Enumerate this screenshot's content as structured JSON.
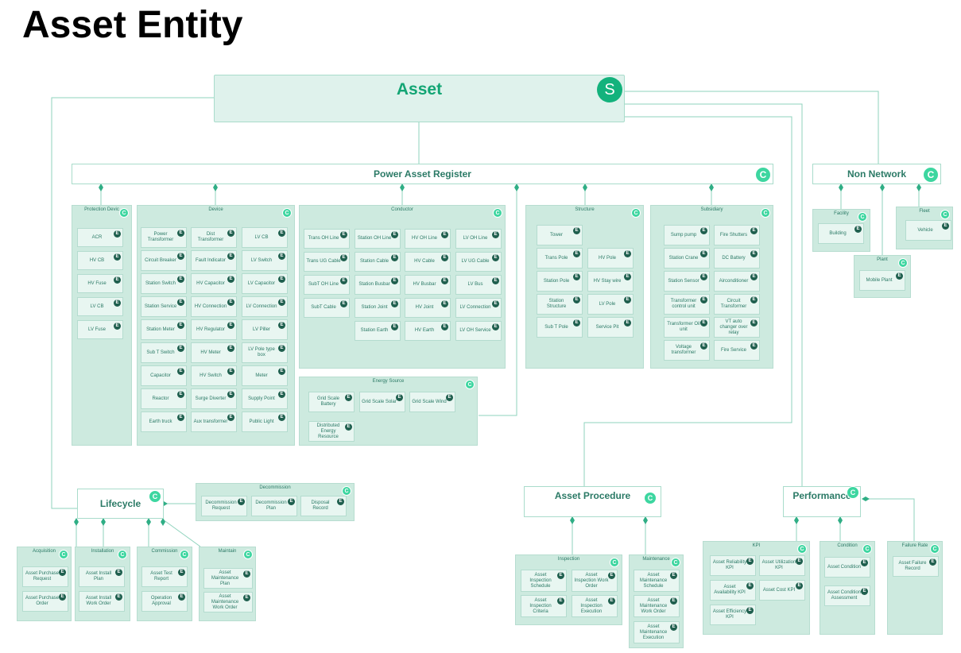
{
  "title": "Asset Entity",
  "colors": {
    "header_fill": "#dff2ec",
    "group_fill": "#cdeadf",
    "border": "#a9dccb",
    "text": "#2b7a66",
    "badge_class": "#3dd6a0",
    "badge_entity": "#1f5f4e",
    "badge_super": "#13b27c"
  },
  "asset": {
    "label": "Asset",
    "badge": "S"
  },
  "badges": {
    "class": "C",
    "entity": "E"
  },
  "power_register": {
    "label": "Power Asset Register"
  },
  "non_network": {
    "label": "Non Network"
  },
  "lifecycle": {
    "label": "Lifecycle"
  },
  "asset_procedure": {
    "label": "Asset Procedure"
  },
  "performance": {
    "label": "Performance"
  },
  "groups": [
    {
      "id": "protection",
      "title": "Protection Devic",
      "items": [
        "ACR",
        "HV CB",
        "HV Fuse",
        "LV CB",
        "LV Fuse"
      ]
    },
    {
      "id": "device",
      "title": "Device",
      "items": [
        "Power Transformer",
        "Dist Transformer",
        "LV CB",
        "Circuit Breaker",
        "Fault Indicator",
        "LV Switch",
        "Station Switch",
        "HV Capacitor",
        "LV Capacitor",
        "Station Service",
        "HV Connection",
        "LV Connection",
        "Station Meter",
        "HV Regulator",
        "LV Piller",
        "Sub T Switch",
        "HV Meter",
        "LV Pole type box",
        "Capacitor",
        "HV Switch",
        "Meter",
        "Reactor",
        "Surge Diverter",
        "Supply Point",
        "Earth truck",
        "Aux transformer",
        "Public Light"
      ]
    },
    {
      "id": "conductor",
      "title": "Conductor",
      "items": [
        "Trans OH Line",
        "Station OH Line",
        "HV OH Line",
        "LV OH Line",
        "Trans UG Cable",
        "Station Cable",
        "HV Cable",
        "LV UG Cable",
        "SubT OH Line",
        "Station Busbar",
        "HV Busbar",
        "LV Bus",
        "SubT Cable",
        "Station Joint",
        "HV Joint",
        "LV Connection",
        "Station Earth",
        "HV Earth",
        "LV OH Service"
      ]
    },
    {
      "id": "energy",
      "title": "Energy Source",
      "items": [
        "Grid Scale Battery",
        "Grid Scale Solar",
        "Grid Scale Wind",
        "Distributed Energy Resource"
      ]
    },
    {
      "id": "structure",
      "title": "Structure",
      "items": [
        "Tower",
        "Trans Pole",
        "HV Pole",
        "Station Pole",
        "HV Stay wire",
        "Station Structure",
        "LV Pole",
        "Sub T Pole",
        "Service Pit"
      ]
    },
    {
      "id": "subsidiary",
      "title": "Subsidiary",
      "items": [
        "Sump pump",
        "Fire Shutters",
        "Station Crane",
        "DC Battery",
        "Station Sensor",
        "Airconditioner",
        "Transformer control unit",
        "Circuit Transformer",
        "Transformer Oil unit",
        "VT auto changer over relay",
        "Voltage transformer",
        "Fire Service"
      ]
    },
    {
      "id": "facility",
      "title": "Facility",
      "items": [
        "Building"
      ]
    },
    {
      "id": "fleet",
      "title": "Fleet",
      "items": [
        "Vehicle"
      ]
    },
    {
      "id": "plant",
      "title": "Plant",
      "items": [
        "Mobile Plant"
      ]
    },
    {
      "id": "decommission",
      "title": "Decommission",
      "items": [
        "Decommission Request",
        "Decommission Plan",
        "Disposal Record"
      ]
    },
    {
      "id": "acquisition",
      "title": "Acquisition",
      "items": [
        "Asset Purchase Request",
        "Asset Purchase Order"
      ]
    },
    {
      "id": "installation",
      "title": "Installation",
      "items": [
        "Asset Install Plan",
        "Asset Install Work Order"
      ]
    },
    {
      "id": "commission",
      "title": "Commission",
      "items": [
        "Asset Test Report",
        "Operation Approval"
      ]
    },
    {
      "id": "maintain",
      "title": "Maintain",
      "items": [
        "Asset Maintenance Plan",
        "Asset Maintenance Work Order"
      ]
    },
    {
      "id": "inspection",
      "title": "Inspection",
      "items": [
        "Asset Inspection Schedule",
        "Asset Inspection Work Order",
        "Asset Inspection Criteria",
        "Asset Inspection Execution"
      ]
    },
    {
      "id": "maintenance",
      "title": "Maintenance",
      "items": [
        "Asset Maintenance Schedule",
        "Asset Maintenance Work Order",
        "Asset Maintenance Execution"
      ]
    },
    {
      "id": "kpi",
      "title": "KPI",
      "items": [
        "Asset Reliability KPI",
        "Asset Utilization KPI",
        "Asset Availability KPI",
        "Asset Cost KPI",
        "Asset Efficiency KPI"
      ]
    },
    {
      "id": "condition",
      "title": "Condition",
      "items": [
        "Asset Condition",
        "Asset Condition Assessment"
      ]
    },
    {
      "id": "failure",
      "title": "Failure Rate",
      "items": [
        "Asset Failure Record"
      ]
    }
  ]
}
